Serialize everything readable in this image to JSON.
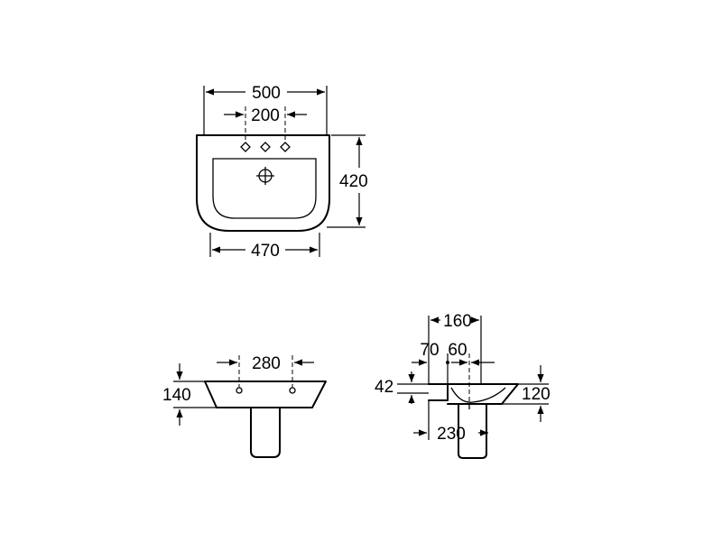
{
  "top_view": {
    "width_label": "500",
    "tap_spacing_label": "200",
    "depth_label": "420",
    "bottom_width_label": "470"
  },
  "front_view": {
    "holes_label": "280",
    "height_label": "140"
  },
  "side_view": {
    "overall_label": "160",
    "offset_a_label": "70",
    "offset_b_label": "60",
    "rim_label": "42",
    "height_label": "120",
    "depth_label": "230"
  }
}
